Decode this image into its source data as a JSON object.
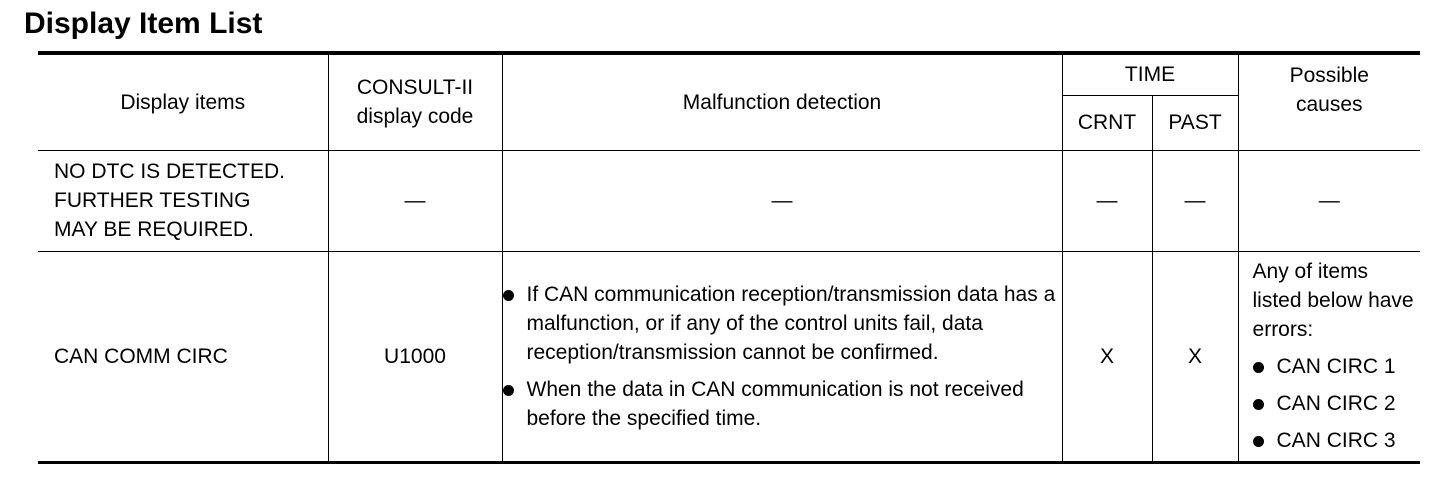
{
  "title": "Display Item List",
  "table": {
    "headers": {
      "display_items": "Display items",
      "consult_line1": "CONSULT-II",
      "consult_line2": "display code",
      "malfunction": "Malfunction detection",
      "time": "TIME",
      "crnt": "CRNT",
      "past": "PAST",
      "causes_line1": "Possible",
      "causes_line2": "causes"
    },
    "rows": [
      {
        "display_item_lines": [
          "NO DTC IS DETECTED.",
          "FURTHER TESTING",
          "MAY BE REQUIRED."
        ],
        "code": "—",
        "malfunction": "—",
        "crnt": "—",
        "past": "—",
        "causes": "—"
      },
      {
        "display_item": "CAN COMM CIRC",
        "code": "U1000",
        "malfunction": [
          "If CAN communication reception/transmission data has a malfunction, or if any of the control units fail, data reception/transmission cannot be confirmed.",
          "When the data in CAN communication is not received before the specified time."
        ],
        "crnt": "X",
        "past": "X",
        "causes_intro": "Any of items listed below have errors:",
        "causes_items": [
          "CAN CIRC 1",
          "CAN CIRC 2",
          "CAN CIRC 3"
        ]
      }
    ]
  }
}
